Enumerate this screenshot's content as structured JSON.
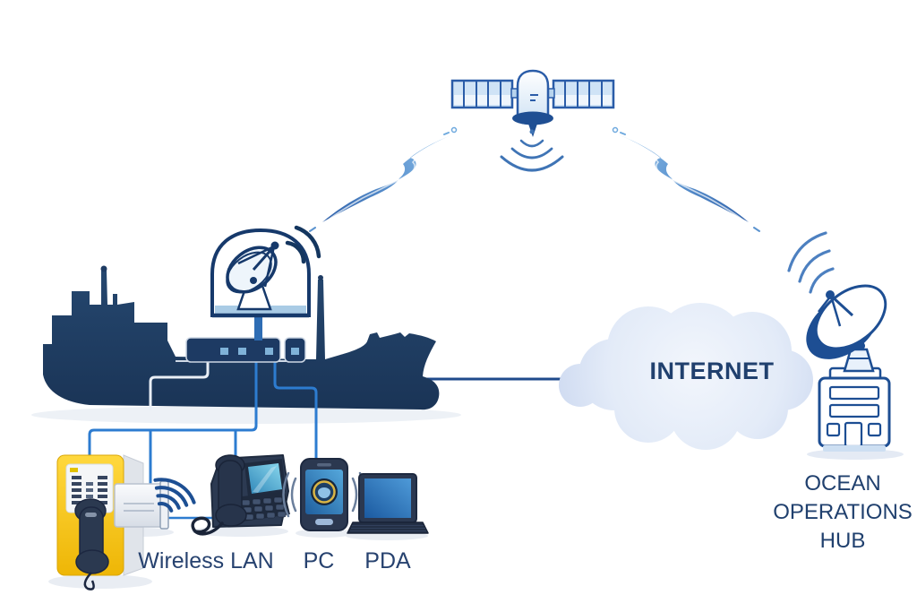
{
  "labels": {
    "internet": "INTERNET",
    "hub": {
      "line1": "OCEAN",
      "line2": "OPERATIONS",
      "line3": "HUB"
    },
    "devices": {
      "wireless_lan": "Wireless LAN",
      "pc": "PC",
      "pda": "PDA"
    }
  },
  "icons": {
    "satellite": "communications-satellite-icon",
    "signal_links": "signal-bolt-icon",
    "ship": "cargo-ship-silhouette",
    "radome": "ship-radome-dish-icon",
    "router": "deck-router-box",
    "cloud": "internet-cloud",
    "ground_station": "satellite-dish-building-icon",
    "callbox": "weatherproof-telephone-icon",
    "access_point": "wireless-access-point-icon",
    "desk_phone": "voip-desk-phone-icon",
    "smartphone": "pda-smartphone-icon",
    "laptop": "laptop-pc-icon",
    "wifi_waves": "wifi-waves-icon"
  },
  "colors": {
    "ship_navy": "#1e3b63",
    "outline_navy": "#1d4e93",
    "cable_blue": "#2d7cd0",
    "line_navy": "#1f4a8c",
    "bolt_light": "#96c6ef",
    "bolt_dark": "#2d5fa9",
    "cloud_fill": "#dde7f7",
    "callbox_yellow": "#f7c600",
    "label_text": "#20406e"
  }
}
